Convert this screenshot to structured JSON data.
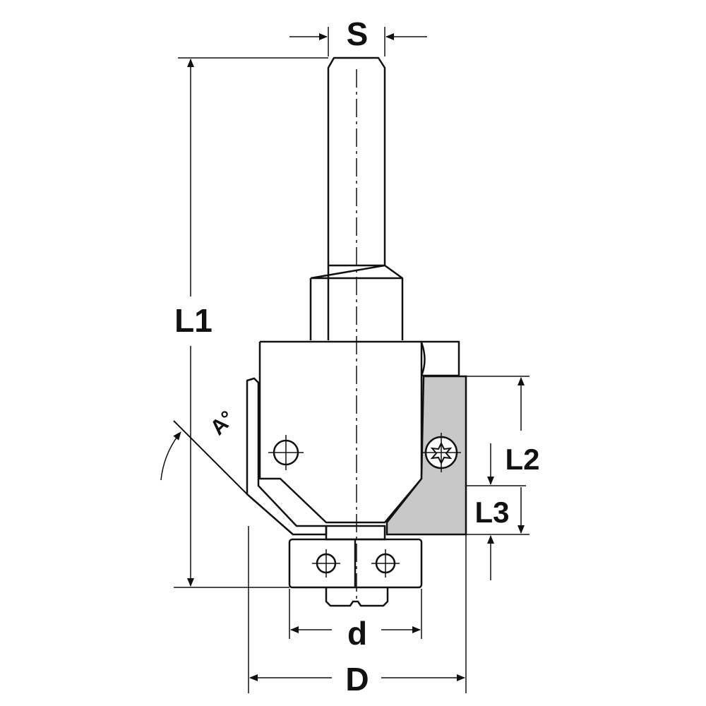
{
  "labels": {
    "shank_diameter": "S",
    "total_length": "L1",
    "cutting_length": "L2",
    "bearing_offset": "L3",
    "bearing_diameter": "d",
    "cutting_diameter": "D",
    "angle": "A°"
  },
  "colors": {
    "line": "#111111",
    "insert_fill": "#c8c8c8",
    "background": "#ffffff"
  }
}
